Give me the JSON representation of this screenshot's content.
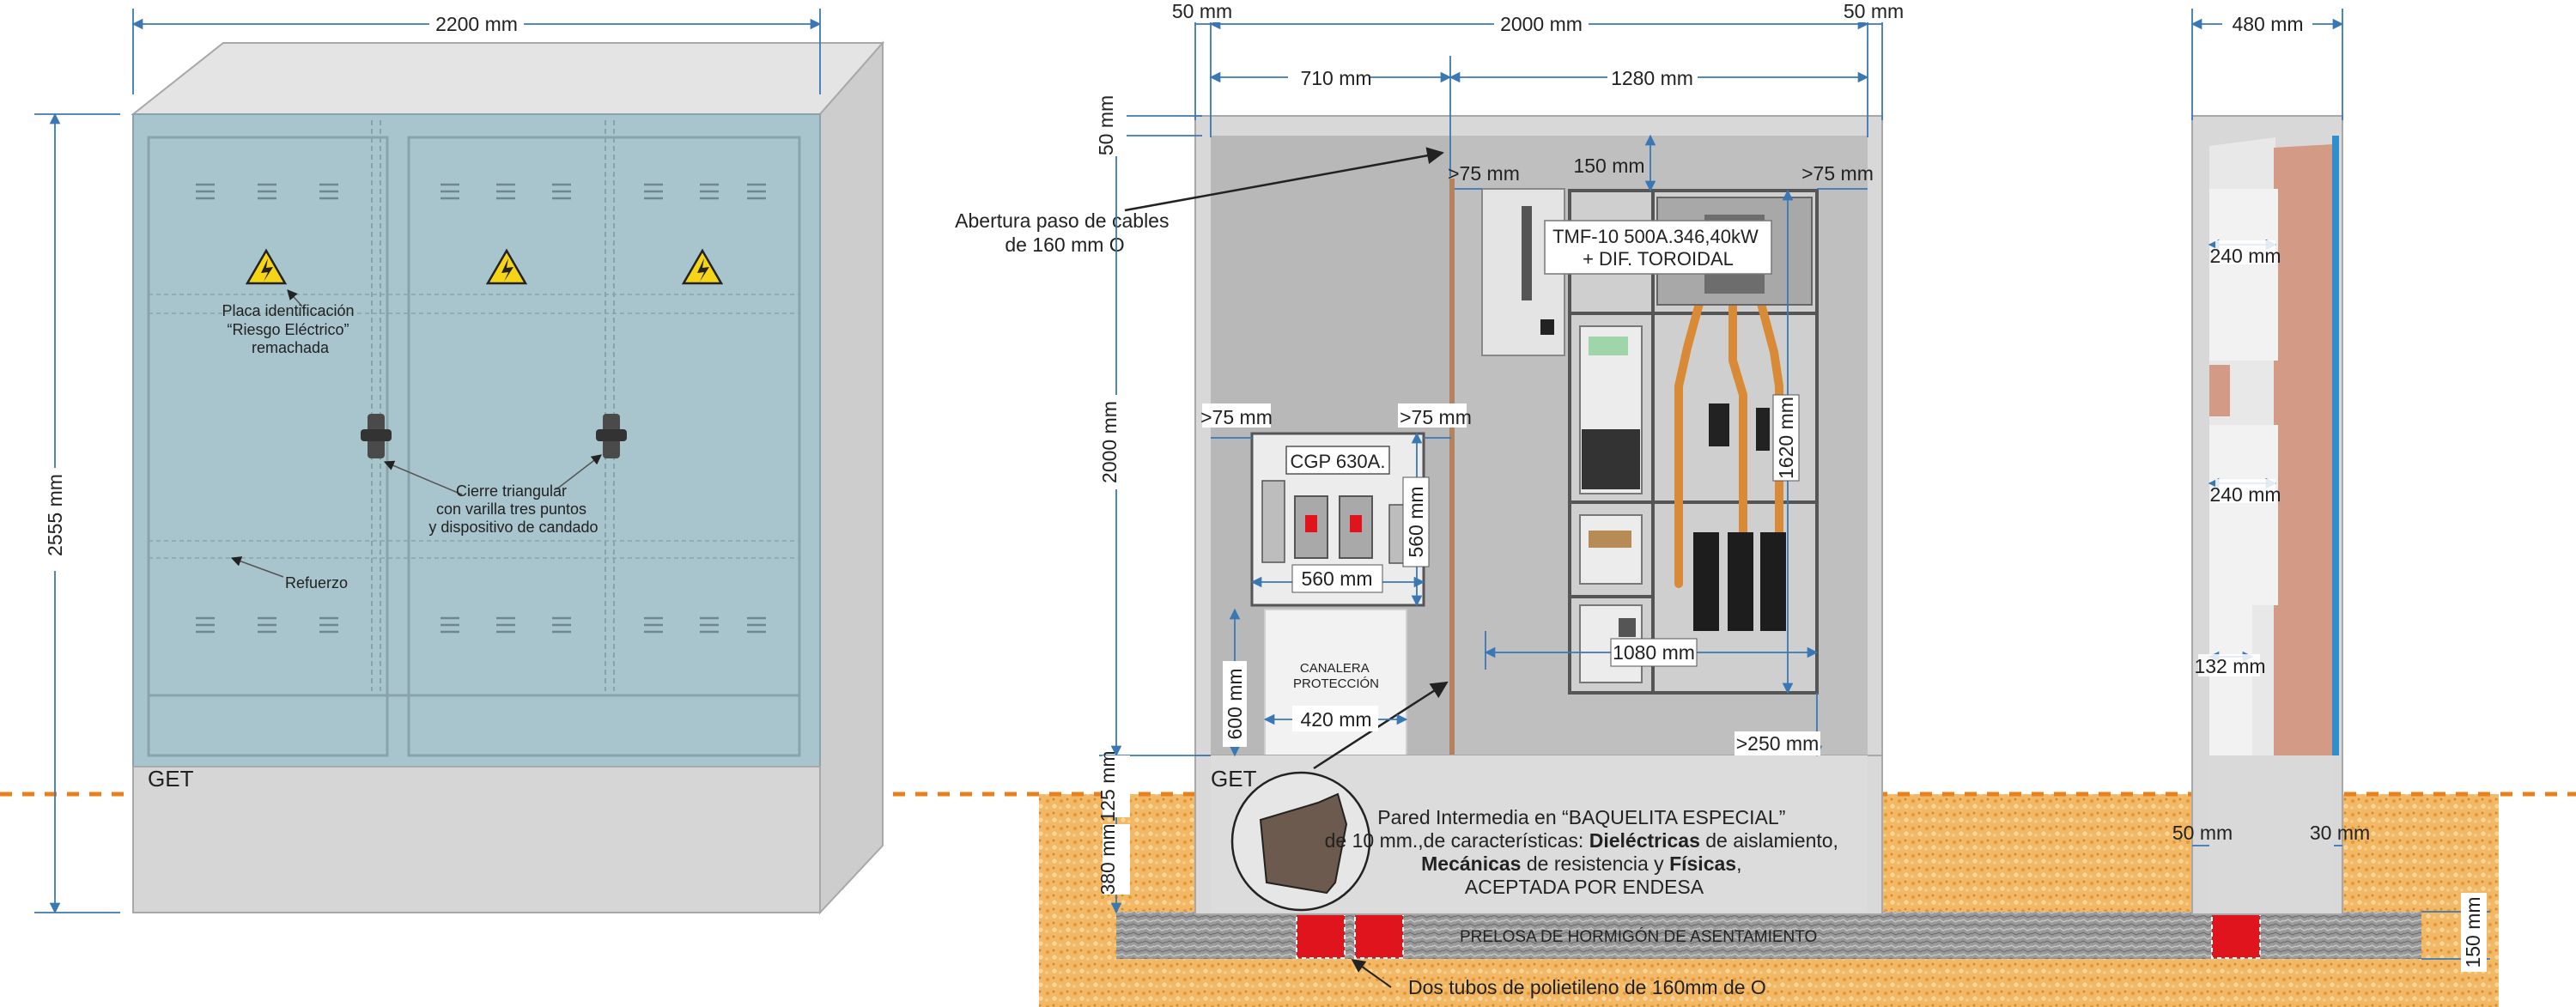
{
  "front_view": {
    "width_dim": "2200 mm",
    "height_dim": "2555 mm",
    "note_placa": [
      "Placa identificación",
      "“Riesgo Eléctrico”",
      "remachada"
    ],
    "note_cierre": [
      "Cierre triangular",
      "con varilla tres puntos",
      "y dispositivo de candado"
    ],
    "note_refuerzo": "Refuerzo",
    "get_label": "GET"
  },
  "interior_view": {
    "dim_50_left": "50 mm",
    "dim_2000_top": "2000 mm",
    "dim_50_right": "50 mm",
    "dim_710": "710 mm",
    "dim_1280": "1280 mm",
    "dim_50_vert": "50 mm",
    "dim_2000_vert": "2000 mm",
    "dim_150": "150 mm",
    "dim_gt75_a": ">75 mm",
    "dim_gt75_b": ">75 mm",
    "dim_gt75_c": ">75 mm",
    "dim_gt75_d": ">75 mm",
    "abertura": [
      "Abertura paso de cables",
      "de 160 mm O"
    ],
    "tmf_label": [
      "TMF-10 500A.346,40kW",
      "+ DIF. TOROIDAL"
    ],
    "cgp_label": "CGP 630A.",
    "dim_560_h": "560 mm",
    "dim_560_v": "560 mm",
    "dim_1620": "1620 mm",
    "dim_1080": "1080 mm",
    "canalera": [
      "CANALERA",
      "PROTECCIÓN"
    ],
    "dim_600": "600 mm",
    "dim_420": "420 mm",
    "dim_gt250": ">250 mm",
    "dim_125": "125 mm",
    "dim_380": "380 mm",
    "get_label": "GET",
    "pared_lines": [
      "Pared Intermedia en “BAQUELITA ESPECIAL”",
      "de 10 mm.,de características: ",
      "Dieléctricas",
      " de aislamiento,",
      "Mecánicas",
      " de resistencia y ",
      "Físicas",
      ",",
      "ACEPTADA POR ENDESA"
    ],
    "prelosa": "PRELOSA DE HORMIGÓN DE ASENTAMIENTO",
    "tubos": "Dos tubos de polietileno de 160mm de O"
  },
  "side_view": {
    "dim_480": "480 mm",
    "dim_240_a": "240 mm",
    "dim_240_b": "240 mm",
    "dim_132": "132 mm",
    "dim_50": "50 mm",
    "dim_30": "30 mm",
    "dim_150": "150 mm"
  },
  "colors": {
    "door_panel": "#a8c4cc",
    "cabinet_grey": "#d6d6d6",
    "soil_orange": "#f0b25c",
    "dim_blue": "#3a78b5",
    "orange_dash": "#e8801e",
    "tube_red": "#e0141c",
    "copper_bus": "#d98a36",
    "side_brick": "#d39b86"
  }
}
